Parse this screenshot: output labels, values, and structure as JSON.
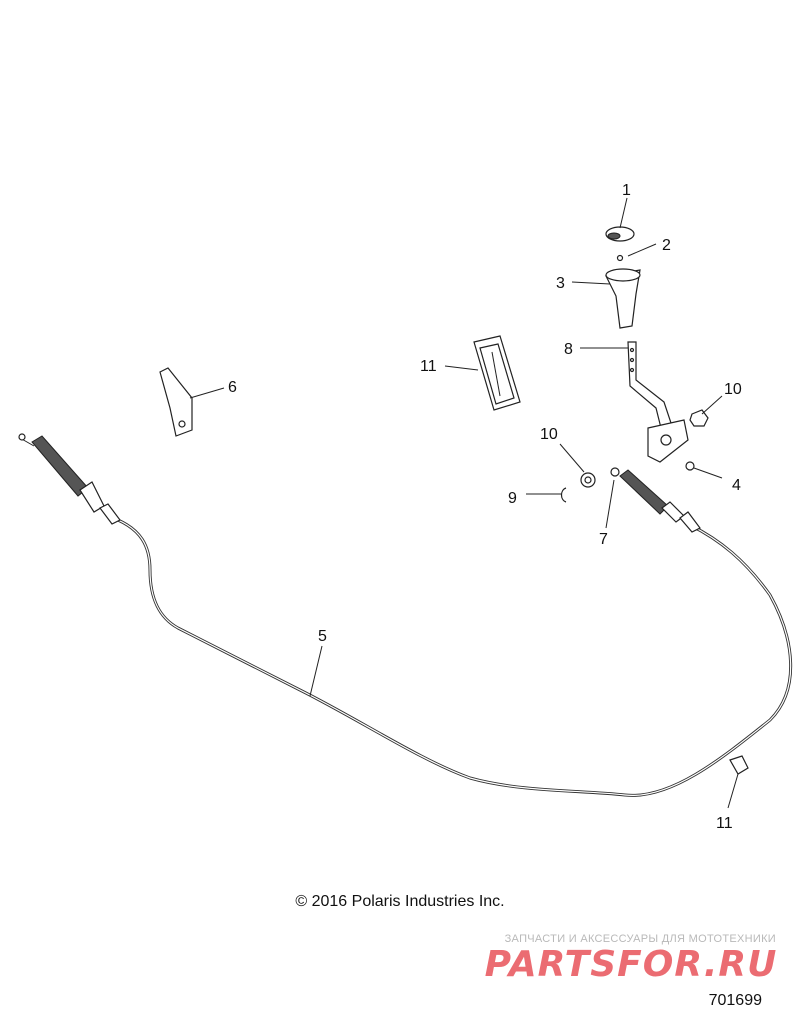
{
  "callouts": {
    "c1": "1",
    "c2": "2",
    "c3": "3",
    "c4": "4",
    "c5": "5",
    "c6": "6",
    "c7": "7",
    "c8": "8",
    "c9": "9",
    "c10a": "10",
    "c10b": "10",
    "c11a": "11",
    "c11b": "11"
  },
  "copyright": "© 2016 Polaris Industries Inc.",
  "watermark": {
    "caption": "ЗАПЧАСТИ И АКСЕССУАРЫ ДЛЯ МОТОТЕХНИКИ",
    "logo_text": "PARTSFOR.RU",
    "color": "#e8535a"
  },
  "drawing_number": "701699"
}
